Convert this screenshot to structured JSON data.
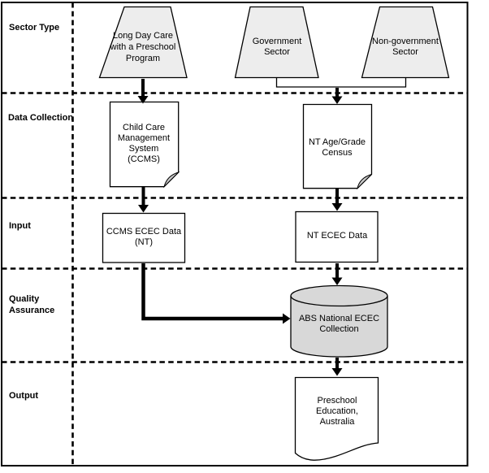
{
  "diagram": {
    "lanes": [
      {
        "lines": [
          "Sector Type"
        ]
      },
      {
        "lines": [
          "Data Collection"
        ]
      },
      {
        "lines": [
          "Input"
        ]
      },
      {
        "lines": [
          "Quality",
          "Assurance"
        ]
      },
      {
        "lines": [
          "Output"
        ]
      }
    ],
    "nodes": {
      "long_day_care": {
        "shape": "trapezoid",
        "lines": [
          "Long Day Care",
          "with a Preschool",
          "Program"
        ]
      },
      "government_sector": {
        "shape": "trapezoid",
        "lines": [
          "Government",
          "Sector"
        ]
      },
      "non_government_sector": {
        "shape": "trapezoid",
        "lines": [
          "Non-government",
          "Sector"
        ]
      },
      "ccms": {
        "shape": "document",
        "lines": [
          "Child Care",
          "Management",
          "System",
          "(CCMS)"
        ]
      },
      "nt_age_grade_census": {
        "shape": "document",
        "lines": [
          "NT Age/Grade",
          "Census"
        ]
      },
      "ccms_ecec_data": {
        "shape": "rectangle",
        "lines": [
          "CCMS ECEC Data",
          "(NT)"
        ]
      },
      "nt_ecec_data": {
        "shape": "rectangle",
        "lines": [
          "NT ECEC Data"
        ]
      },
      "abs_national_ecec_collection": {
        "shape": "cylinder",
        "lines": [
          "ABS National ECEC",
          "Collection"
        ]
      },
      "preschool_education_australia": {
        "shape": "wavy-document",
        "lines": [
          "Preschool",
          "Education,",
          "Australia"
        ]
      }
    },
    "edges": [
      {
        "from": "long_day_care",
        "to": "ccms"
      },
      {
        "from": "government_sector",
        "to": "nt_age_grade_census"
      },
      {
        "from": "non_government_sector",
        "to": "nt_age_grade_census"
      },
      {
        "from": "ccms",
        "to": "ccms_ecec_data"
      },
      {
        "from": "nt_age_grade_census",
        "to": "nt_ecec_data"
      },
      {
        "from": "ccms_ecec_data",
        "to": "abs_national_ecec_collection"
      },
      {
        "from": "nt_ecec_data",
        "to": "abs_national_ecec_collection"
      },
      {
        "from": "abs_national_ecec_collection",
        "to": "preschool_education_australia"
      }
    ],
    "colors": {
      "trapezoid_fill": "#ededed",
      "cylinder_fill": "#d8d8d8",
      "fold_fill": "#c9c9c9",
      "line": "#000000",
      "background": "#ffffff"
    }
  }
}
